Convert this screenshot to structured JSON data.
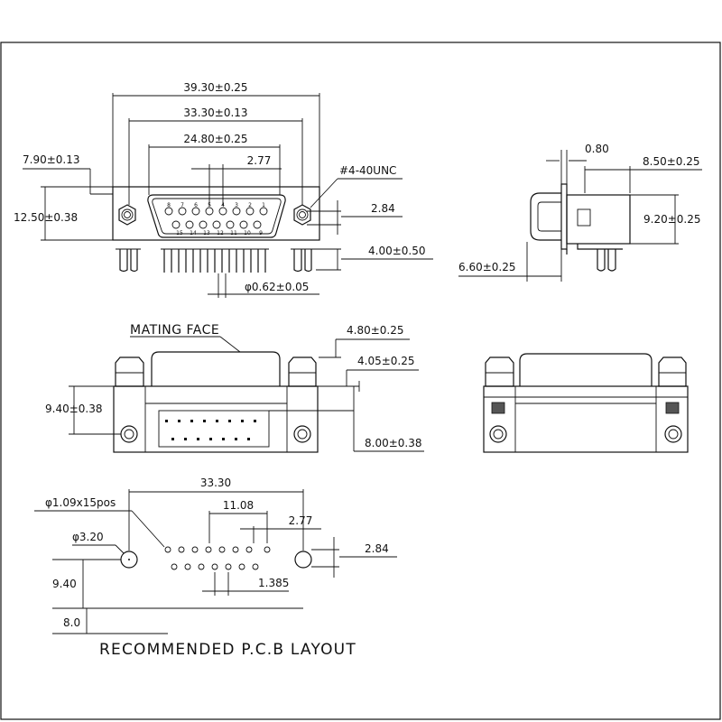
{
  "front_view": {
    "pin_numbers_top": [
      "8",
      "7",
      "6",
      "5",
      "4",
      "3",
      "2",
      "1"
    ],
    "pin_numbers_bottom": [
      "15",
      "14",
      "13",
      "12",
      "11",
      "10",
      "9"
    ],
    "dims": {
      "overall_width": "39.30±0.25",
      "mount_spacing": "33.30±0.13",
      "shell_width": "24.80±0.25",
      "pin_pitch": "2.77",
      "left_offset": "7.90±0.13",
      "thread": "#4-40UNC",
      "height": "12.50±0.38",
      "row_spacing": "2.84",
      "pin_length": "4.00±0.50",
      "pin_diameter": "φ0.62±0.05"
    }
  },
  "side_view": {
    "dims": {
      "flange_thickness": "0.80",
      "body_depth": "8.50±0.25",
      "body_height": "9.20±0.25",
      "shell_depth": "6.60±0.25"
    }
  },
  "bottom_view": {
    "title": "MATING FACE",
    "dims": {
      "d1": "4.80±0.25",
      "d2": "4.05±0.25",
      "board_to_center": "9.40±0.38",
      "d3": "8.00±0.38"
    }
  },
  "pcb_layout": {
    "title": "RECOMMENDED P.C.B LAYOUT",
    "dims": {
      "hole_dia": "φ1.09x15pos",
      "mount_hole": "φ3.20",
      "mount_spacing": "33.30",
      "pin_span": "11.08",
      "pin_pitch": "2.77",
      "row_spacing": "2.84",
      "row_offset": "1.385",
      "board_to_center": "9.40",
      "edge_to_pin": "8.0"
    }
  }
}
